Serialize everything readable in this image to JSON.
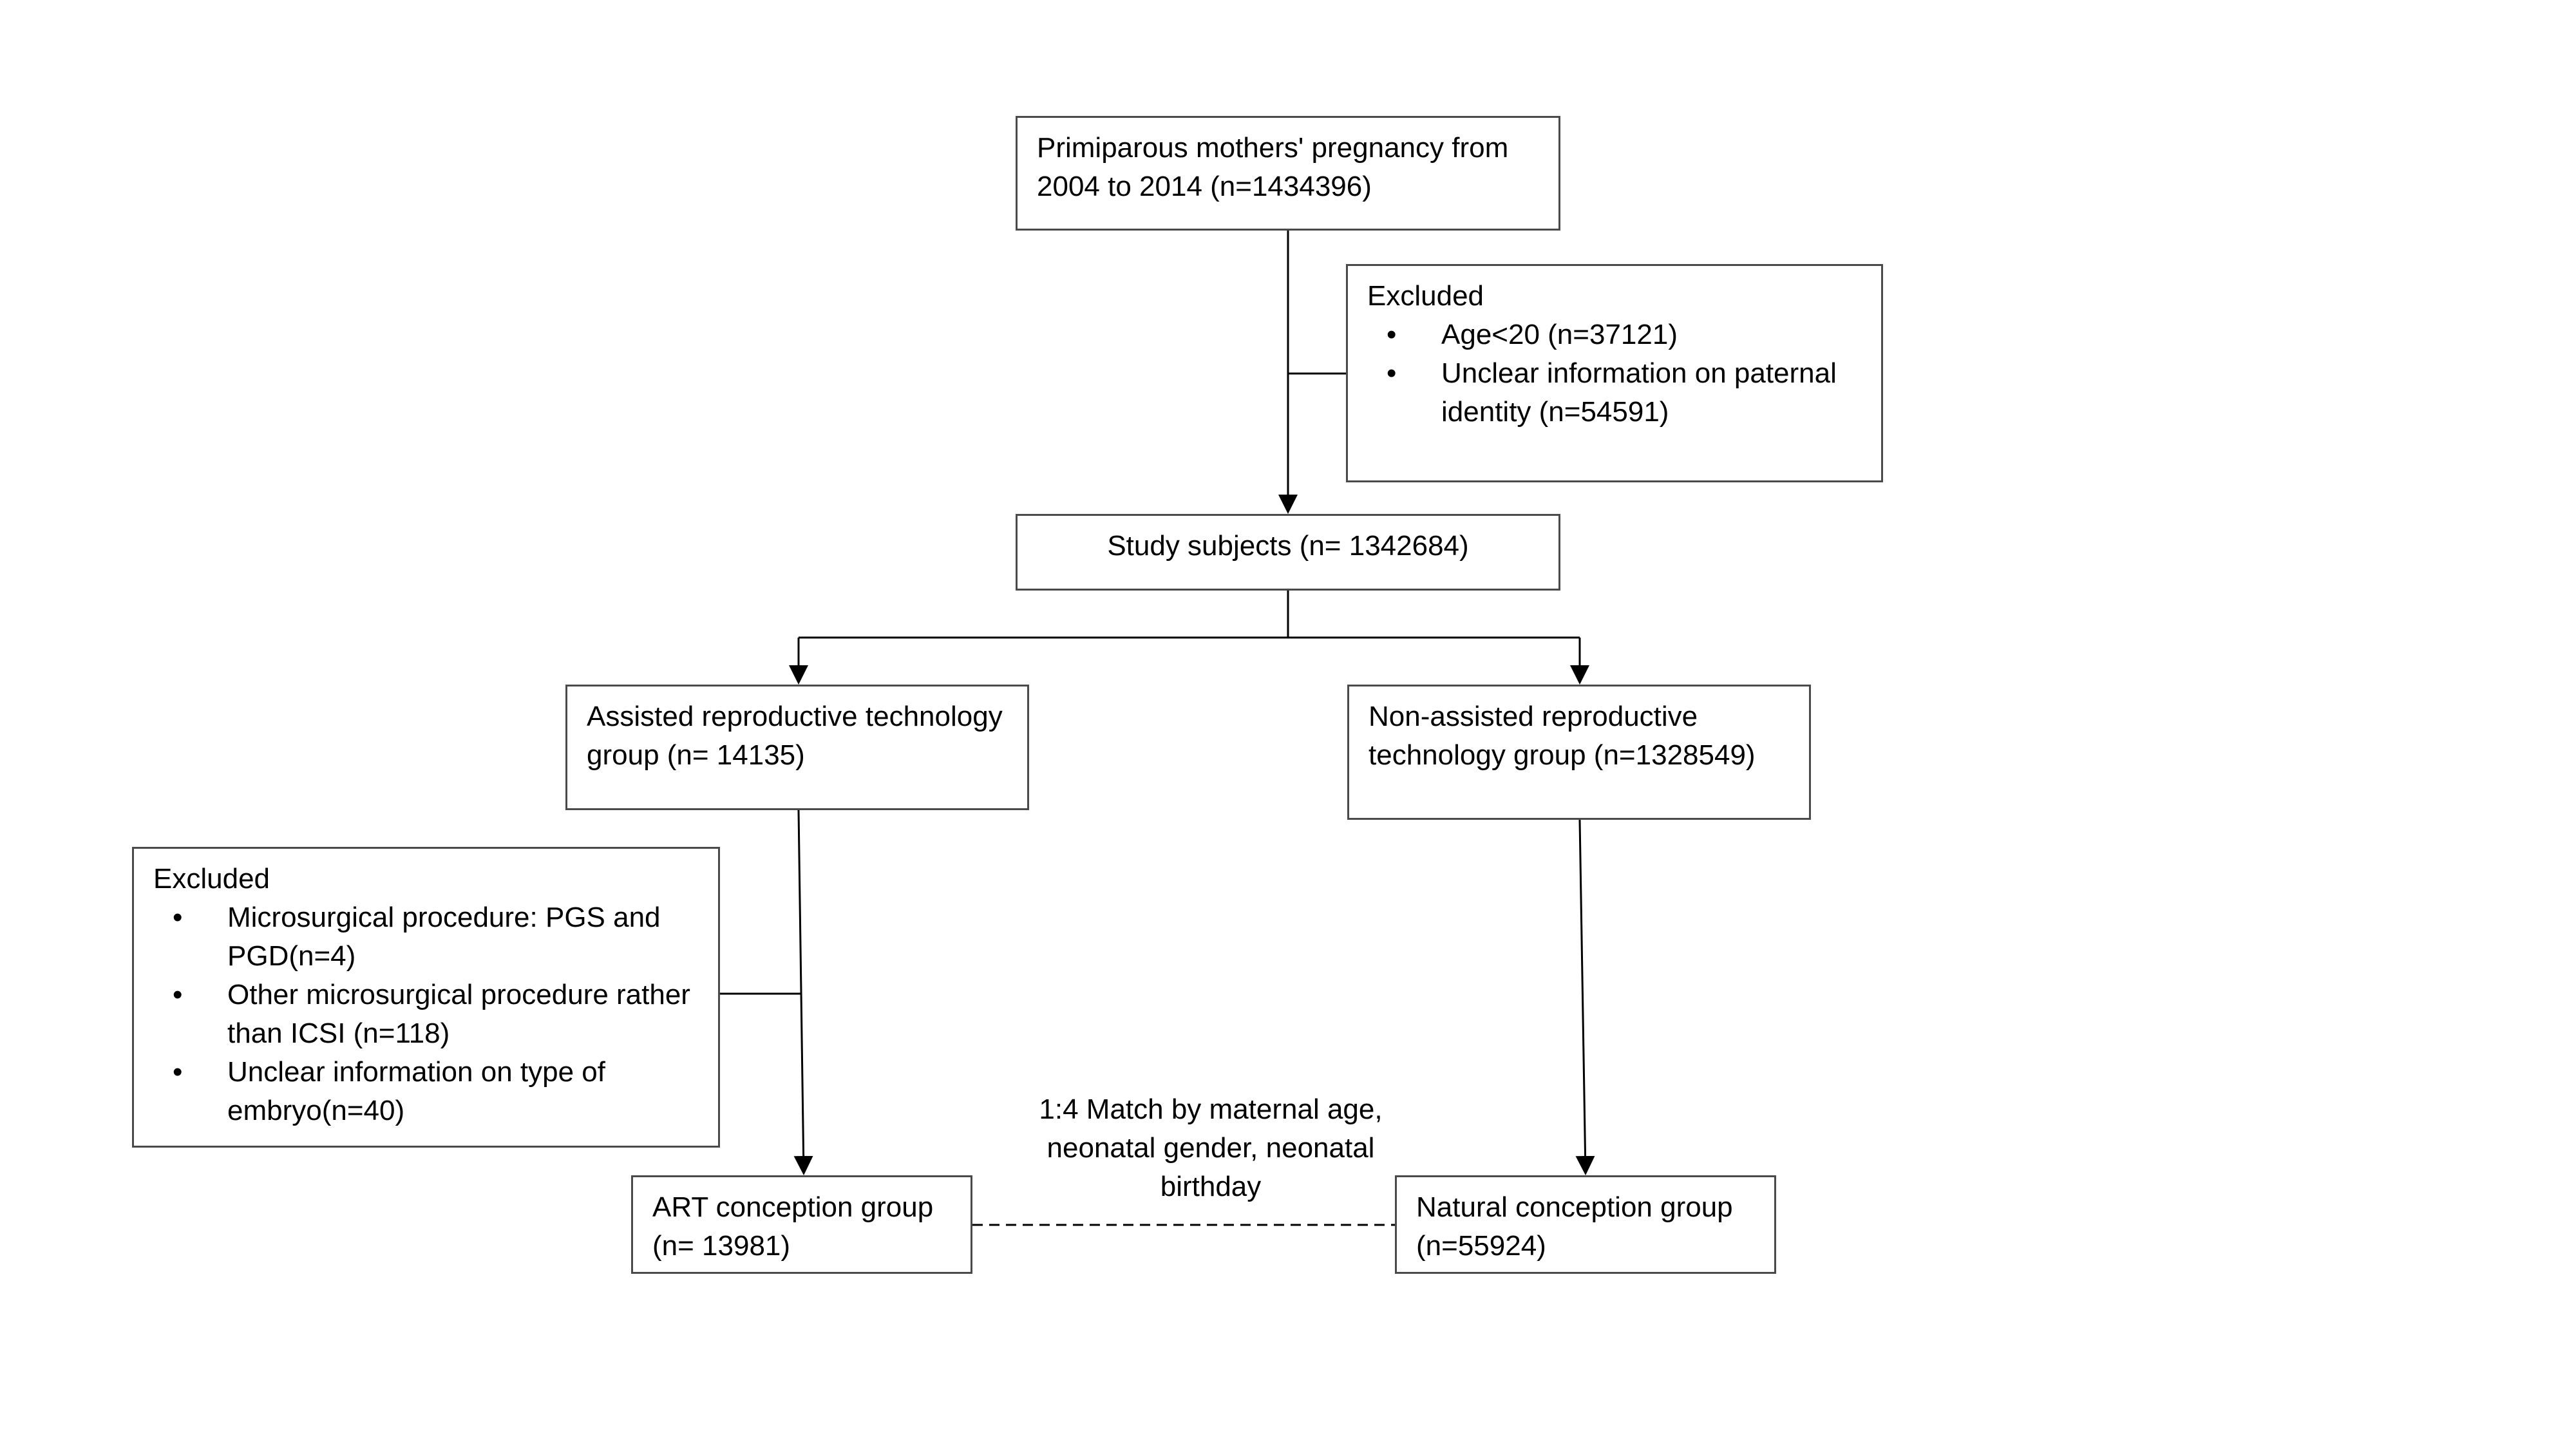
{
  "boxes": {
    "top": "Primiparous mothers' pregnancy from 2004 to 2014 (n=1434396)",
    "exclusion1": {
      "title": "Excluded",
      "items": [
        "Age<20 (n=37121)",
        "Unclear information on paternal identity (n=54591)"
      ]
    },
    "study": "Study subjects (n= 1342684)",
    "art_group": "Assisted reproductive technology group (n= 14135)",
    "non_art_group": "Non-assisted reproductive technology group (n=1328549)",
    "exclusion2": {
      "title": "Excluded",
      "items": [
        "Microsurgical procedure: PGS and PGD(n=4)",
        "Other microsurgical procedure rather than ICSI (n=118)",
        "Unclear information on type of embryo(n=40)"
      ]
    },
    "art_conception": "ART conception group (n= 13981)",
    "natural_conception": "Natural conception group (n=55924)"
  },
  "match_label": "1:4 Match by maternal age, neonatal gender, neonatal birthday"
}
